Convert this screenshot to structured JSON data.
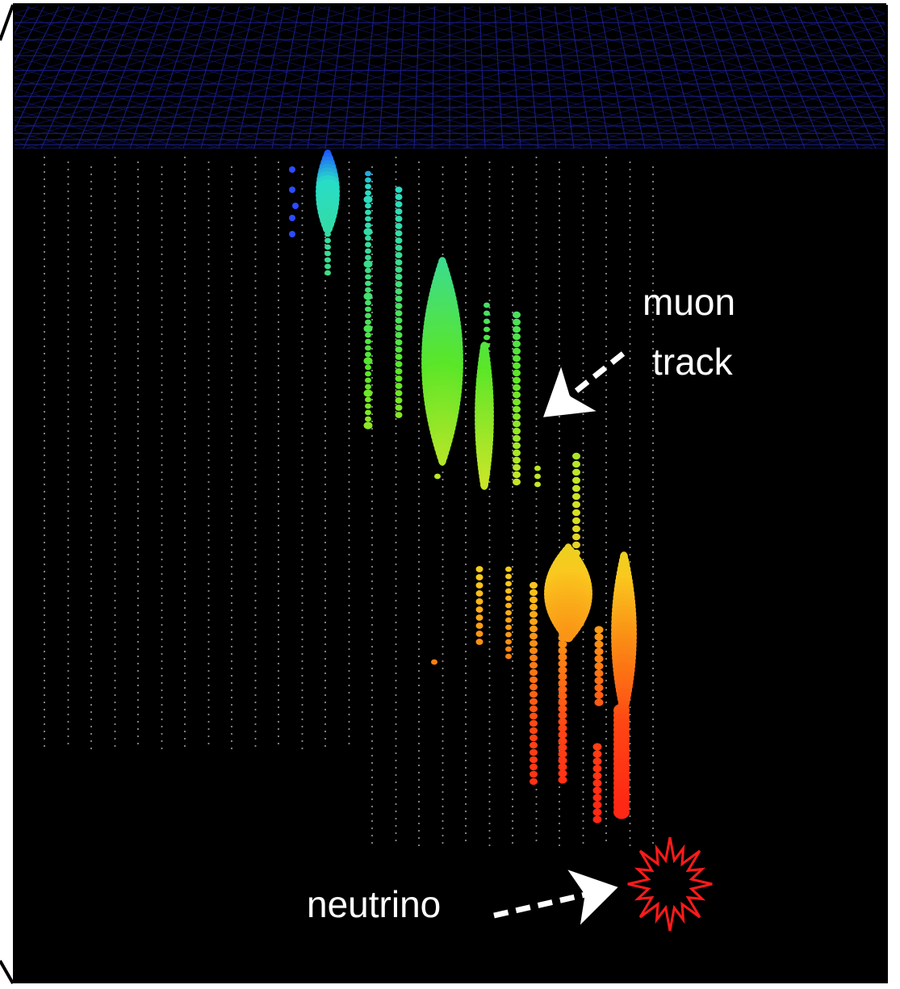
{
  "annotations": {
    "muon_label_line1": "muon",
    "muon_label_line2": "track",
    "neutrino_label": "neutrino"
  },
  "colors": {
    "background": "#000000",
    "grid": "#1a1f8f",
    "arrow": "#ffffff",
    "label": "#ffffff",
    "starburst": "#ff1a1a",
    "border": "#000000"
  },
  "icons": {
    "neutrino_marker": "starburst-icon",
    "arrows": "dashed-arrow-icon"
  }
}
